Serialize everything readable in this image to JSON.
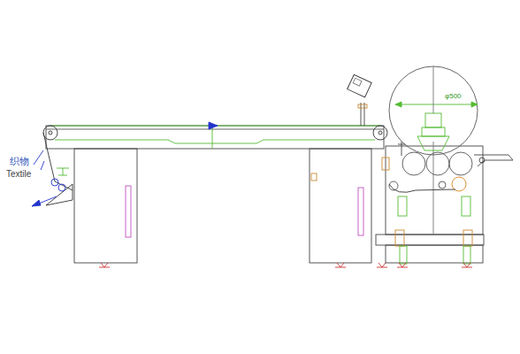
{
  "diagram": {
    "labels": [
      "织物",
      "Textile",
      "φ500"
    ]
  }
}
